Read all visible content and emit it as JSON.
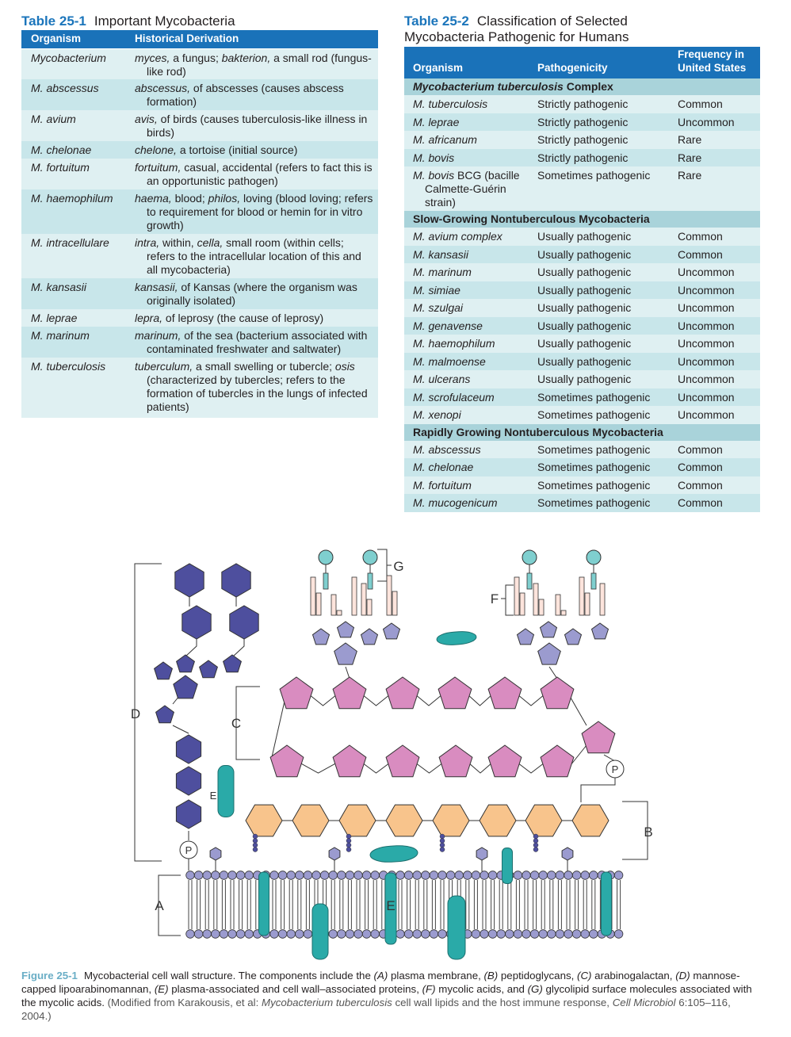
{
  "table1": {
    "number": "Table 25-1",
    "title": "Important Mycobacteria",
    "header": {
      "col1": "Organism",
      "col2": "Historical Derivation"
    },
    "rows": [
      {
        "organism": "Mycobacterium",
        "t1": "myces,",
        "t2": " a fungus; ",
        "t3": "bakterion,",
        "t4": " a small rod (fungus-like rod)"
      },
      {
        "organism": "M. abscessus",
        "t1": "abscessus,",
        "t2": " of abscesses (causes abscess formation)"
      },
      {
        "organism": "M. avium",
        "t1": "avis,",
        "t2": " of birds (causes tuberculosis-like illness in birds)"
      },
      {
        "organism": "M. chelonae",
        "t1": "chelone,",
        "t2": " a tortoise (initial source)"
      },
      {
        "organism": "M. fortuitum",
        "t1": "fortuitum,",
        "t2": " casual, accidental (refers to fact this is an opportunistic pathogen)"
      },
      {
        "organism": "M. haemophilum",
        "t1": "haema,",
        "t2": " blood; ",
        "t3": "philos,",
        "t4": " loving (blood loving; refers to requirement for blood or hemin for in vitro growth)"
      },
      {
        "organism": "M. intracellulare",
        "t1": "intra,",
        "t2": " within, ",
        "t3": "cella,",
        "t4": " small room (within cells; refers to the intracellular location of this and all mycobacteria)"
      },
      {
        "organism": "M. kansasii",
        "t1": "kansasii,",
        "t2": " of Kansas (where the organism was originally isolated)"
      },
      {
        "organism": "M. leprae",
        "t1": "lepra,",
        "t2": " of leprosy (the cause of leprosy)"
      },
      {
        "organism": "M. marinum",
        "t1": "marinum,",
        "t2": " of the sea (bacterium associated with contaminated freshwater and saltwater)"
      },
      {
        "organism": "M. tuberculosis",
        "t1": "tuberculum,",
        "t2": " a small swelling or tubercle; ",
        "t3": "osis",
        "t4": " (characterized by tubercles; refers to the formation of tubercles in the lungs of infected patients)"
      }
    ]
  },
  "table2": {
    "number": "Table 25-2",
    "title_line1": "Classification of Selected",
    "title_line2": "Mycobacteria Pathogenic for Humans",
    "header": {
      "col1": "Organism",
      "col2": "Pathogenicity",
      "col3_line1": "Frequency in",
      "col3_line2": "United States"
    },
    "sections": [
      {
        "title_italic": "Mycobacterium tuberculosis",
        "title_rest": " Complex"
      },
      {
        "title_italic": "",
        "title_rest": "Slow-Growing Nontuberculous Mycobacteria"
      },
      {
        "title_italic": "",
        "title_rest": "Rapidly Growing Nontuberculous Mycobacteria"
      }
    ],
    "rows": [
      {
        "organism": "M. tuberculosis",
        "pathogenicity": "Strictly pathogenic",
        "frequency": "Common"
      },
      {
        "organism": "M. leprae",
        "pathogenicity": "Strictly pathogenic",
        "frequency": "Uncommon"
      },
      {
        "organism": "M. africanum",
        "pathogenicity": "Strictly pathogenic",
        "frequency": "Rare"
      },
      {
        "organism": "M. bovis",
        "pathogenicity": "Strictly pathogenic",
        "frequency": "Rare"
      },
      {
        "organism": "M. bovis",
        "organism_rest": " BCG (bacille Calmette-Guérin strain)",
        "pathogenicity": "Sometimes pathogenic",
        "frequency": "Rare"
      },
      {
        "organism": "M. avium complex",
        "pathogenicity": "Usually pathogenic",
        "frequency": "Common"
      },
      {
        "organism": "M. kansasii",
        "pathogenicity": "Usually pathogenic",
        "frequency": "Common"
      },
      {
        "organism": "M. marinum",
        "pathogenicity": "Usually pathogenic",
        "frequency": "Uncommon"
      },
      {
        "organism": "M. simiae",
        "pathogenicity": "Usually pathogenic",
        "frequency": "Uncommon"
      },
      {
        "organism": "M. szulgai",
        "pathogenicity": "Usually pathogenic",
        "frequency": "Uncommon"
      },
      {
        "organism": "M. genavense",
        "pathogenicity": "Usually pathogenic",
        "frequency": "Uncommon"
      },
      {
        "organism": "M. haemophilum",
        "pathogenicity": "Usually pathogenic",
        "frequency": "Uncommon"
      },
      {
        "organism": "M. malmoense",
        "pathogenicity": "Usually pathogenic",
        "frequency": "Uncommon"
      },
      {
        "organism": "M. ulcerans",
        "pathogenicity": "Usually pathogenic",
        "frequency": "Uncommon"
      },
      {
        "organism": "M. scrofulaceum",
        "pathogenicity": "Sometimes pathogenic",
        "frequency": "Uncommon"
      },
      {
        "organism": "M. xenopi",
        "pathogenicity": "Sometimes pathogenic",
        "frequency": "Uncommon"
      },
      {
        "organism": "M. abscessus",
        "pathogenicity": "Sometimes pathogenic",
        "frequency": "Common"
      },
      {
        "organism": "M. chelonae",
        "pathogenicity": "Sometimes pathogenic",
        "frequency": "Common"
      },
      {
        "organism": "M. fortuitum",
        "pathogenicity": "Sometimes pathogenic",
        "frequency": "Common"
      },
      {
        "organism": "M. mucogenicum",
        "pathogenicity": "Sometimes pathogenic",
        "frequency": "Common"
      }
    ]
  },
  "figure": {
    "labels": {
      "A": "A",
      "B": "B",
      "C": "C",
      "D": "D",
      "E": "E",
      "F": "F",
      "G": "G",
      "P": "P"
    },
    "colors": {
      "mannose": "#4e4f9e",
      "arabinan": "#d98cc0",
      "peptidoglycan": "#f8c48c",
      "lipid_head": "#9b9bcf",
      "protein": "#2aaaa8",
      "glycolipid": "#7fcfcf",
      "mycolic": "#fde4dc"
    }
  },
  "caption": {
    "figure_number": "Figure 25-1",
    "segments": [
      {
        "t": "Mycobacterial cell wall structure. The components include the ",
        "i": false
      },
      {
        "t": "(A)",
        "i": true
      },
      {
        "t": " plasma membrane, ",
        "i": false
      },
      {
        "t": "(B)",
        "i": true
      },
      {
        "t": " peptidoglycans, ",
        "i": false
      },
      {
        "t": "(C)",
        "i": true
      },
      {
        "t": " arabinogalactan, ",
        "i": false
      },
      {
        "t": "(D)",
        "i": true
      },
      {
        "t": " mannose-capped lipoarabinomannan, ",
        "i": false
      },
      {
        "t": "(E)",
        "i": true
      },
      {
        "t": " plasma-associated and cell wall–associated proteins, ",
        "i": false
      },
      {
        "t": "(F)",
        "i": true
      },
      {
        "t": " mycolic acids, and ",
        "i": false
      },
      {
        "t": "(G)",
        "i": true
      },
      {
        "t": " glycolipid surface molecules associated with the mycolic acids.",
        "i": false
      }
    ],
    "modified": [
      {
        "t": " (Modified from Karakousis, et al: ",
        "i": false
      },
      {
        "t": "Mycobacterium tuberculosis",
        "i": true
      },
      {
        "t": " cell wall lipids and the host immune response, ",
        "i": false
      },
      {
        "t": "Cell Microbiol",
        "i": true
      },
      {
        "t": " 6:105–116, 2004.)",
        "i": false
      }
    ]
  }
}
